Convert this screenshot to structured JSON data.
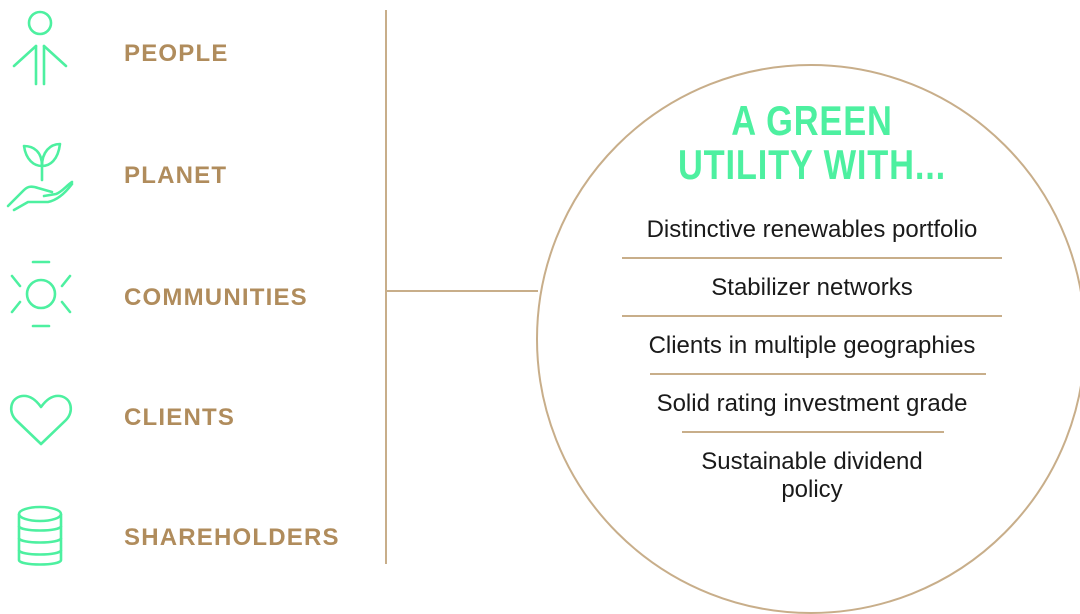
{
  "stakeholders": [
    {
      "label": "PEOPLE",
      "icon": "person-icon"
    },
    {
      "label": "PLANET",
      "icon": "plant-in-hand-icon"
    },
    {
      "label": "COMMUNITIES",
      "icon": "community-circle-icon"
    },
    {
      "label": "CLIENTS",
      "icon": "heart-icon"
    },
    {
      "label": "SHAREHOLDERS",
      "icon": "coin-stack-icon"
    }
  ],
  "green_utility": {
    "heading_line1": "A GREEN",
    "heading_line2": "UTILITY WITH...",
    "items": [
      "Distinctive renewables portfolio",
      "Stabilizer networks",
      "Clients in multiple geographies",
      "Solid rating investment grade",
      "Sustainable dividend",
      "policy"
    ]
  },
  "colors": {
    "icon": "#4df0a0",
    "label": "#b08c5c",
    "line": "#c8ae8a",
    "heading": "#4df0a0",
    "text": "#1a1a1a"
  }
}
